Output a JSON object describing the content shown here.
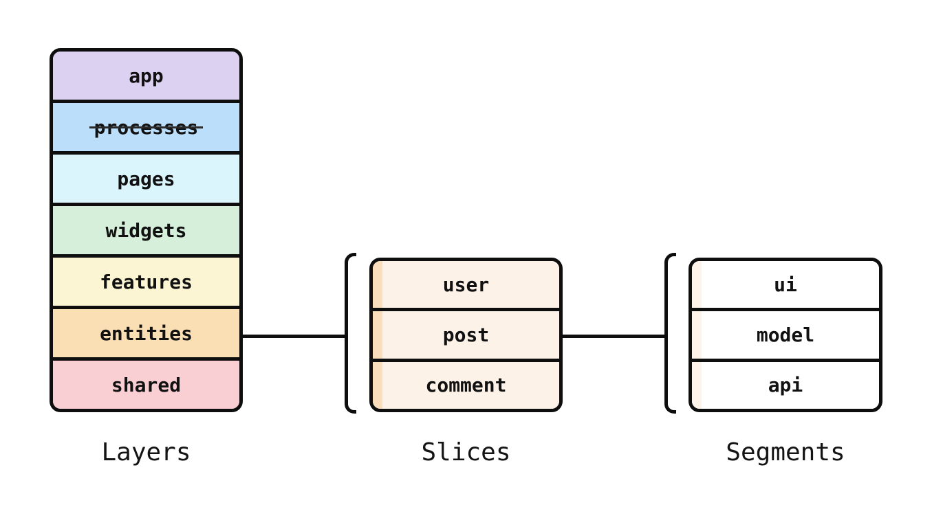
{
  "diagram": {
    "kind": "feature-sliced-design-architecture",
    "line_color": "#0e0e0e",
    "text_color": "#111111",
    "background": "#ffffff"
  },
  "groups": [
    {
      "caption": "Layers",
      "rows": [
        {
          "label": "app",
          "bg": "#DDD1F1",
          "deprecated": false
        },
        {
          "label": "processes",
          "bg": "#BBDEFB",
          "deprecated": true
        },
        {
          "label": "pages",
          "bg": "#DBF5FD",
          "deprecated": false
        },
        {
          "label": "widgets",
          "bg": "#D6EFDB",
          "deprecated": false
        },
        {
          "label": "features",
          "bg": "#FBF5D3",
          "deprecated": false
        },
        {
          "label": "entities",
          "bg": "#FADEB4",
          "deprecated": false
        },
        {
          "label": "shared",
          "bg": "#FACFD3",
          "deprecated": false
        }
      ]
    },
    {
      "caption": "Slices",
      "row_bg": "#FDF2E7",
      "stripe": "#FADEBB",
      "rows": [
        {
          "label": "user"
        },
        {
          "label": "post"
        },
        {
          "label": "comment"
        }
      ]
    },
    {
      "caption": "Segments",
      "row_bg": "#FFFFFF",
      "stripe": "#FEF4EA",
      "rows": [
        {
          "label": "ui"
        },
        {
          "label": "model"
        },
        {
          "label": "api"
        }
      ]
    }
  ]
}
